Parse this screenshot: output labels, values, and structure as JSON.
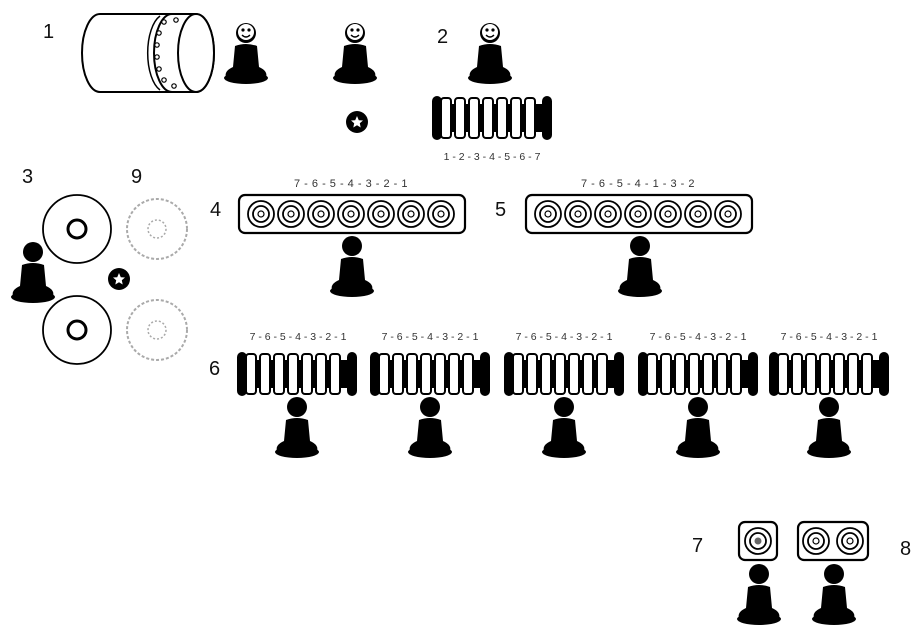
{
  "labels": {
    "n1": "1",
    "n2": "2",
    "n3": "3",
    "n4": "4",
    "n5": "5",
    "n6": "6",
    "n7": "7",
    "n8": "8",
    "n9": "9"
  },
  "sequences": {
    "group2": "1 - 2 - 3 - 4 - 5 - 6 - 7",
    "group4": "7  -  6  -  5  -  4  -  3  -  2  -  1",
    "group5": "7  -  6  -  5  -  4  -  1  -  3  -  2",
    "group6": [
      "7 - 6 - 5 - 4 - 3 - 2 - 1",
      "7 - 6 - 5 - 4 - 3 - 2 - 1",
      "7 - 6 - 5 - 4 - 3 - 2 - 1",
      "7 - 6 - 5 - 4 - 3 - 2 - 1",
      "7 - 6 - 5 - 4 - 3 - 2 - 1"
    ]
  },
  "colors": {
    "ink": "#000000",
    "paper": "#ffffff",
    "faint": "#999999"
  },
  "icons": [
    "drum-icon",
    "seated-player-icon",
    "star-gong-icon",
    "gong-row-icon",
    "kettle-gong-row-icon",
    "kettle-gong-icon",
    "round-gong-icon"
  ]
}
